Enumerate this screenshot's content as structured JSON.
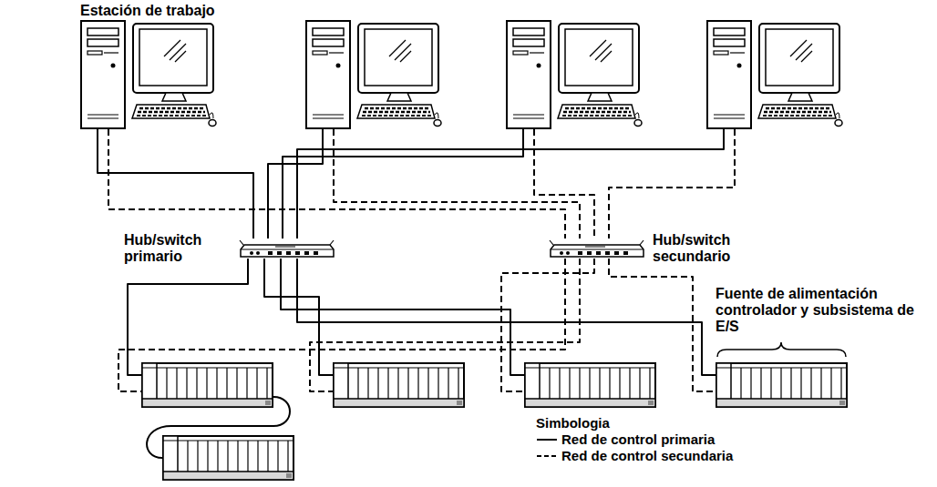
{
  "diagram": {
    "nodes": [
      {
        "text": [
          "Estación de trabajo"
        ]
      },
      {
        "text": []
      },
      {
        "text": []
      },
      {
        "text": []
      },
      {
        "text": [
          "Hub/switch primario"
        ]
      },
      {
        "text": [
          "Hub/switch secundario"
        ]
      },
      {
        "text": []
      },
      {
        "text": []
      },
      {
        "text": []
      },
      {
        "text": [
          "Fuente de alimentación controlador y subsistema de E/S"
        ]
      },
      {
        "text": []
      }
    ],
    "edges": [
      {
        "from": 0,
        "to": 4,
        "arrow": "none"
      },
      {
        "from": 1,
        "to": 4,
        "arrow": "none"
      },
      {
        "from": 2,
        "to": 4,
        "arrow": "none"
      },
      {
        "from": 3,
        "to": 4,
        "arrow": "none"
      },
      {
        "from": 0,
        "to": 5,
        "arrow": "none"
      },
      {
        "from": 1,
        "to": 5,
        "arrow": "none"
      },
      {
        "from": 2,
        "to": 5,
        "arrow": "none"
      },
      {
        "from": 3,
        "to": 5,
        "arrow": "none"
      },
      {
        "from": 4,
        "to": 6,
        "arrow": "none"
      },
      {
        "from": 4,
        "to": 7,
        "arrow": "none"
      },
      {
        "from": 4,
        "to": 8,
        "arrow": "none"
      },
      {
        "from": 4,
        "to": 9,
        "arrow": "none"
      },
      {
        "from": 5,
        "to": 6,
        "arrow": "none"
      },
      {
        "from": 5,
        "to": 7,
        "arrow": "none"
      },
      {
        "from": 5,
        "to": 8,
        "arrow": "none"
      },
      {
        "from": 5,
        "to": 9,
        "arrow": "none"
      },
      {
        "from": 6,
        "to": 10,
        "arrow": "none"
      }
    ],
    "labels": [
      "Simbologia"
    ],
    "legend": [
      {
        "text": "Red de control primaria"
      },
      {
        "text": "Red de control secundaria"
      }
    ]
  }
}
